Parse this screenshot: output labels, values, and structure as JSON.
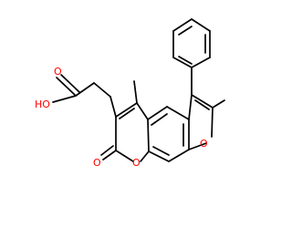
{
  "molecule": {
    "atoms": {
      "hydroxyl": "HO",
      "carbonyl_oxygen_acid": "O",
      "carbonyl_oxygen_lactone": "O",
      "ring_oxygen_pyran": "O",
      "ring_oxygen_furan": "O"
    }
  },
  "colors": {
    "bond": "#000000",
    "oxygen": "#ff0000",
    "background": "#ffffff"
  }
}
